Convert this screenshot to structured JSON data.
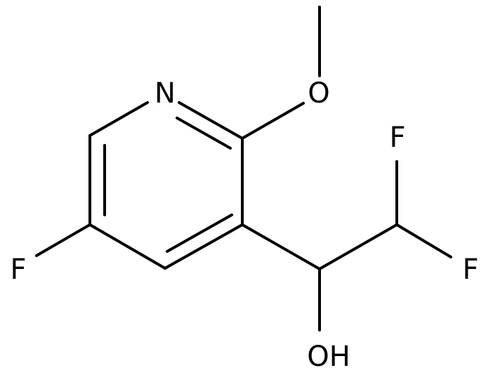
{
  "molecule": {
    "atoms": {
      "N": "N",
      "O_methoxy": "O",
      "F_ring": "F",
      "F_top": "F",
      "F_right": "F",
      "OH": "OH"
    }
  },
  "colors": {
    "bond": "#000000",
    "background": "#ffffff"
  }
}
